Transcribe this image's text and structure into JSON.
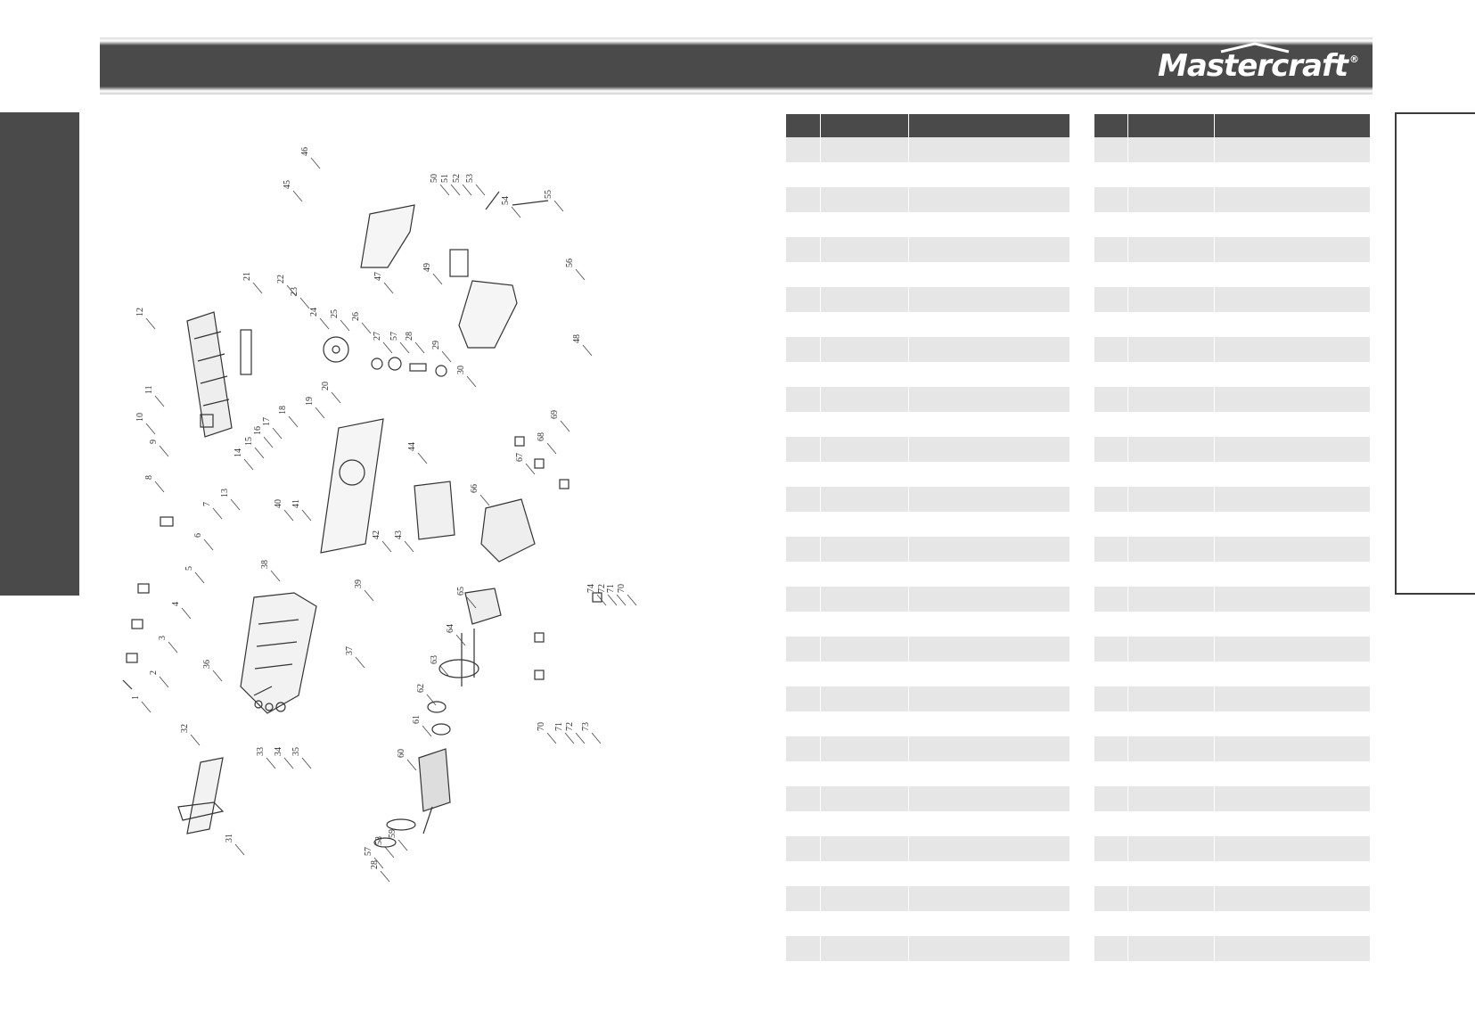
{
  "header": {
    "brand": "Mastercraft",
    "trademark": "®"
  },
  "diagram": {
    "callouts": [
      "1",
      "2",
      "3",
      "4",
      "5",
      "6",
      "7",
      "8",
      "9",
      "10",
      "11",
      "12",
      "13",
      "14",
      "15",
      "16",
      "17",
      "18",
      "19",
      "20",
      "21",
      "22",
      "23",
      "24",
      "25",
      "26",
      "27",
      "57",
      "28",
      "29",
      "30",
      "31",
      "32",
      "33",
      "34",
      "35",
      "36",
      "37",
      "38",
      "39",
      "40",
      "41",
      "42",
      "43",
      "44",
      "45",
      "46",
      "47",
      "48",
      "49",
      "50",
      "51",
      "52",
      "53",
      "54",
      "55",
      "56",
      "57",
      "58",
      "59",
      "60",
      "61",
      "62",
      "63",
      "64",
      "65",
      "66",
      "67",
      "68",
      "69",
      "70",
      "71",
      "72",
      "73",
      "74",
      "72",
      "71",
      "70",
      "28"
    ]
  },
  "tables": {
    "left": {
      "headers": [
        "",
        "",
        ""
      ],
      "rows": 33
    },
    "right": {
      "headers": [
        "",
        "",
        ""
      ],
      "rows": 33
    }
  },
  "colors": {
    "header_band": "#4a4a4a",
    "row_shade": "#e6e6e6"
  }
}
